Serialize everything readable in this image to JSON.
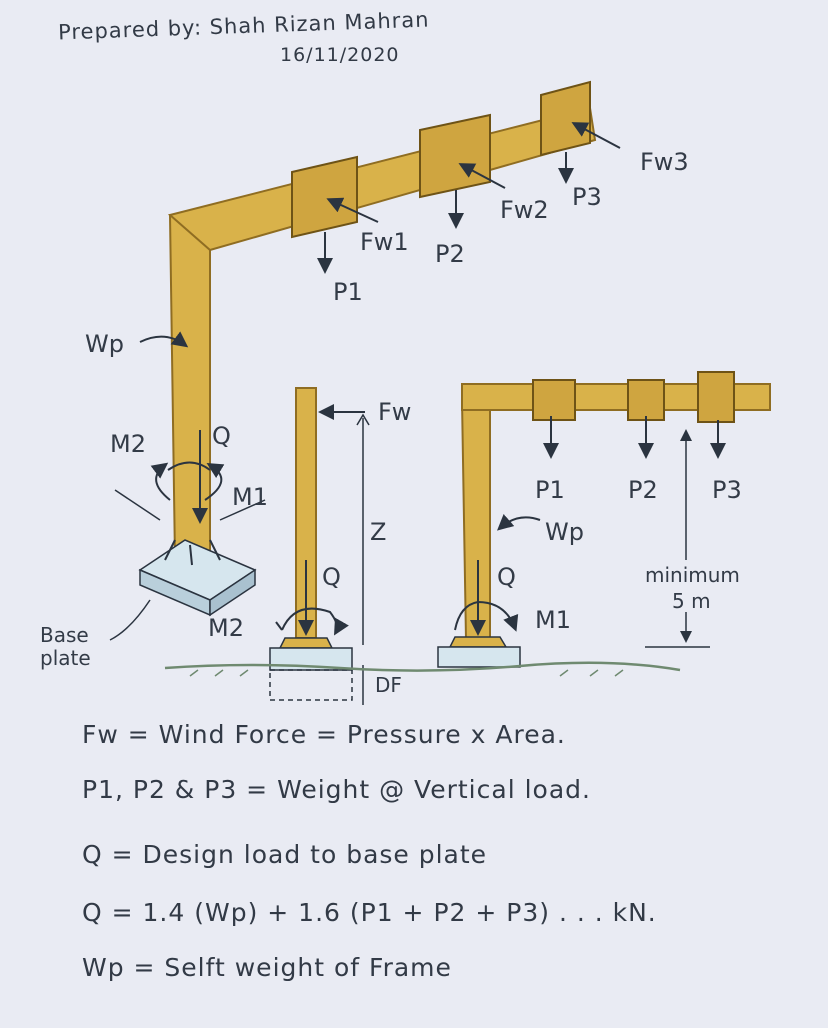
{
  "header": {
    "prepared_by": "Prepared by: Shah Rizan Mahran",
    "date": "16/11/2020"
  },
  "figure": {
    "top_view": {
      "wp": "Wp",
      "fw1": "Fw1",
      "fw2": "Fw2",
      "fw3": "Fw3",
      "p1": "P1",
      "p2": "P2",
      "p3": "P3",
      "m1": "M1",
      "m2": "M2",
      "q": "Q",
      "base_plate_line1": "Base",
      "base_plate_line2": "plate"
    },
    "middle_view": {
      "fw": "Fw",
      "z": "Z",
      "q": "Q",
      "m2": "M2",
      "df": "DF"
    },
    "right_view": {
      "p1": "P1",
      "p2": "P2",
      "p3": "P3",
      "wp": "Wp",
      "q": "Q",
      "m1": "M1",
      "minimum": "minimum",
      "height": "5 m"
    }
  },
  "notes": [
    "Fw = Wind Force = Pressure x Area.",
    "P1, P2 & P3 = Weight @ Vertical load.",
    "Q = Design load to base plate",
    "Q = 1.4 (Wp) + 1.6 (P1 + P2 + P3) . . . kN.",
    "Wp = Selft weight of Frame"
  ],
  "colors": {
    "wood": "#d9b24a",
    "wood_dark": "#a9822a",
    "ink": "#2b3440",
    "paper": "#e9ebf3",
    "base": "#cfe0e8"
  }
}
